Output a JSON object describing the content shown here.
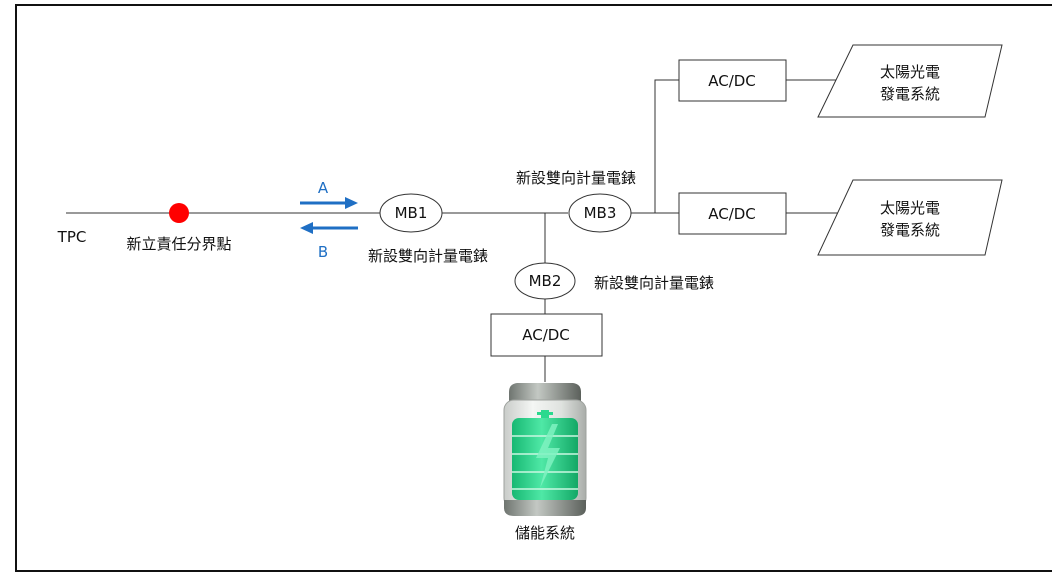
{
  "grid_label": "TPC",
  "boundary": {
    "label": "新立責任分界點",
    "color": "#ff0000"
  },
  "flow": {
    "forward": "A",
    "reverse": "B",
    "color": "#1f6fc4"
  },
  "meters": {
    "mb1": {
      "name": "MB1",
      "caption": "新設雙向計量電錶"
    },
    "mb2": {
      "name": "MB2",
      "caption": "新設雙向計量電錶"
    },
    "mb3": {
      "name": "MB3",
      "caption": "新設雙向計量電錶"
    }
  },
  "converters": {
    "top": "AC/DC",
    "middle": "AC/DC",
    "storage": "AC/DC"
  },
  "pv_systems": [
    {
      "line1": "太陽光電",
      "line2": "發電系統"
    },
    {
      "line1": "太陽光電",
      "line2": "發電系統"
    }
  ],
  "storage": {
    "label": "儲能系統",
    "color": "#27d38c"
  }
}
